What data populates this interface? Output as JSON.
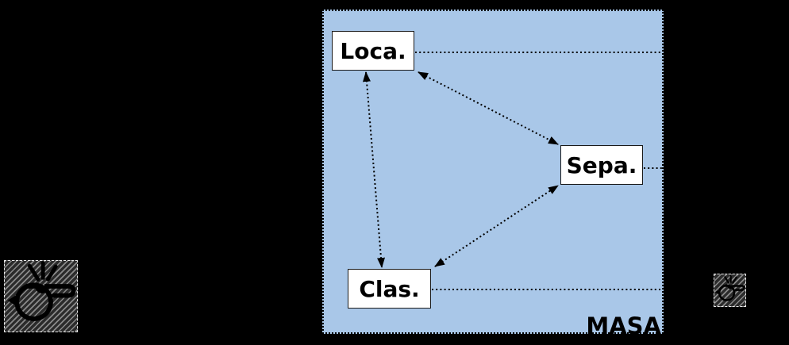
{
  "figure": {
    "background_color": "#000000",
    "description": "Diagram of three task nodes inside a dotted MASA group with hatched whistle icons"
  },
  "masa_group": {
    "label": "MASA",
    "fill_color": "#a9c7e8",
    "border_color": "#000000",
    "border_style": "dotted"
  },
  "nodes": [
    {
      "id": "localization",
      "label": "Loca.",
      "fill": "#ffffff",
      "border": "#1a1a1a"
    },
    {
      "id": "separation",
      "label": "Sepa.",
      "fill": "#ffffff",
      "border": "#1a1a1a"
    },
    {
      "id": "classification",
      "label": "Clas.",
      "fill": "#ffffff",
      "border": "#1a1a1a"
    }
  ],
  "edges": [
    {
      "from": "Loca.",
      "to": "Clas.",
      "style": "dotted",
      "arrows": "both"
    },
    {
      "from": "Loca.",
      "to": "Sepa.",
      "style": "dotted",
      "arrows": "both"
    },
    {
      "from": "Clas.",
      "to": "Sepa.",
      "style": "dotted",
      "arrows": "both"
    },
    {
      "from": "Loca.",
      "to": "group-right-edge",
      "style": "dotted",
      "arrows": "none"
    },
    {
      "from": "Sepa.",
      "to": "group-right-edge",
      "style": "dotted",
      "arrows": "none"
    },
    {
      "from": "Clas.",
      "to": "group-right-edge",
      "style": "dotted",
      "arrows": "none"
    }
  ],
  "icons": [
    {
      "name": "whistle-icon-large",
      "position": "bottom-left",
      "style": "hatched-square",
      "glyph": "whistle"
    },
    {
      "name": "whistle-icon-small",
      "position": "middle-right",
      "style": "hatched-square",
      "glyph": "whistle"
    }
  ],
  "colors": {
    "edge_line": "#000000",
    "hatch_light": "#8a8a8a",
    "hatch_dark": "#2b2b2b",
    "icon_border": "#e8e8e8"
  }
}
